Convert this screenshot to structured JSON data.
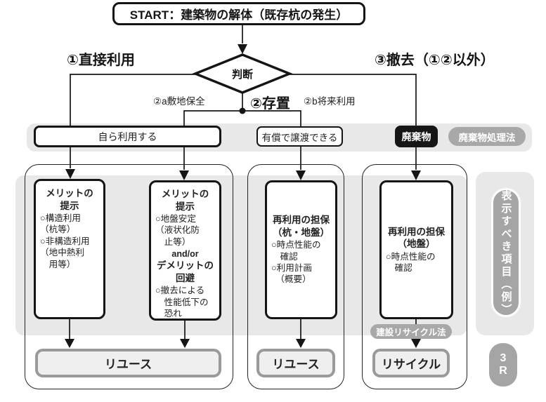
{
  "start": {
    "label": "START：建築物の解体（既存杭の発生）"
  },
  "decision": {
    "label": "判断"
  },
  "branches": {
    "direct_use": "①直接利用",
    "keep_in_place": "②存置",
    "site_preservation": "②a敷地保全",
    "future_use": "②b将来利用",
    "removal": "③撤去（①②以外）"
  },
  "lane_bar": {
    "self_use": "自ら利用する",
    "paid_transfer": "有償で譲渡できる",
    "waste": "廃棄物",
    "waste_law_badge": "廃棄物処理法"
  },
  "boxes": {
    "merit1": {
      "title": "メリットの\n提示",
      "body": "○構造利用\n（杭等）\n○非構造利用\n（地中熱利\n　用等）"
    },
    "merit2": {
      "title": "メリットの\n提示",
      "body1": "○地盤安定\n（液状化防\n　止等）",
      "connector": "and/or",
      "title2": "デメリットの\n回避",
      "body2": "○撤去による\n　性能低下の\n　恐れ"
    },
    "assure1": {
      "title": "再利用の担保\n（杭・地盤）",
      "body": "○時点性能の\n　確認\n○利用計画\n　（概要）"
    },
    "assure2": {
      "title": "再利用の担保\n（地盤）",
      "body": "○時点性能の\n　確認"
    }
  },
  "badges": {
    "construction_recycle_law": "建設リサイクル法",
    "display_items": "表示すべき項目（例）",
    "three_r": "3\nR"
  },
  "results": {
    "reuse_left": "リユース",
    "reuse_mid": "リユース",
    "recycle": "リサイクル"
  },
  "colors": {
    "band_gray": "#e8e8e8",
    "badge_gray": "#a8a8a8",
    "line_black": "#151515",
    "result_fill": "#efefef",
    "result_border": "#9a9a9a",
    "waste_black": "#161616"
  }
}
